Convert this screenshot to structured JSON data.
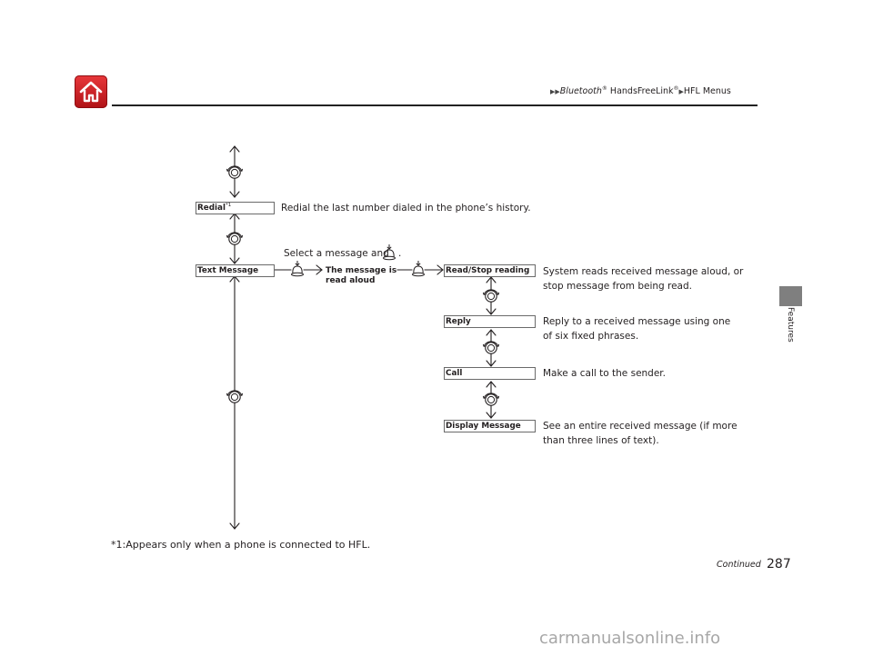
{
  "header": {
    "breadcrumb": {
      "part1": "Bluetooth",
      "part1_reg": "®",
      "part2": " HandsFreeLink",
      "part2_reg": "®",
      "part3": "HFL Menus"
    },
    "side_tab_label": "Features",
    "accent_color": "#d7262c"
  },
  "diagram": {
    "redial": {
      "label": "Redial",
      "footnote_mark": "*1",
      "description": "Redial the last number dialed in the phone’s history."
    },
    "text_message": {
      "label": "Text Message",
      "instruction_prefix": "Select a message and",
      "instruction_suffix": ".",
      "read_aloud_line1": "The message is",
      "read_aloud_line2": "read aloud"
    },
    "submenu": [
      {
        "label": "Read/Stop reading",
        "desc_line1": "System reads received message aloud, or",
        "desc_line2": "stop message from being read."
      },
      {
        "label": "Reply",
        "desc_line1": "Reply to a received message using one",
        "desc_line2": "of six fixed phrases."
      },
      {
        "label": "Call",
        "desc_line1": "Make a call to the sender.",
        "desc_line2": ""
      },
      {
        "label": "Display Message",
        "desc_line1": "See an entire received message (if more",
        "desc_line2": "than three lines of text)."
      }
    ],
    "icons": {
      "rotate": "interface-dial-rotate-icon",
      "press": "interface-dial-press-icon"
    }
  },
  "footer": {
    "footnote": "*1:Appears only when a phone is connected to HFL.",
    "continued": "Continued",
    "page_number": "287",
    "watermark": "carmanualsonline.info"
  }
}
